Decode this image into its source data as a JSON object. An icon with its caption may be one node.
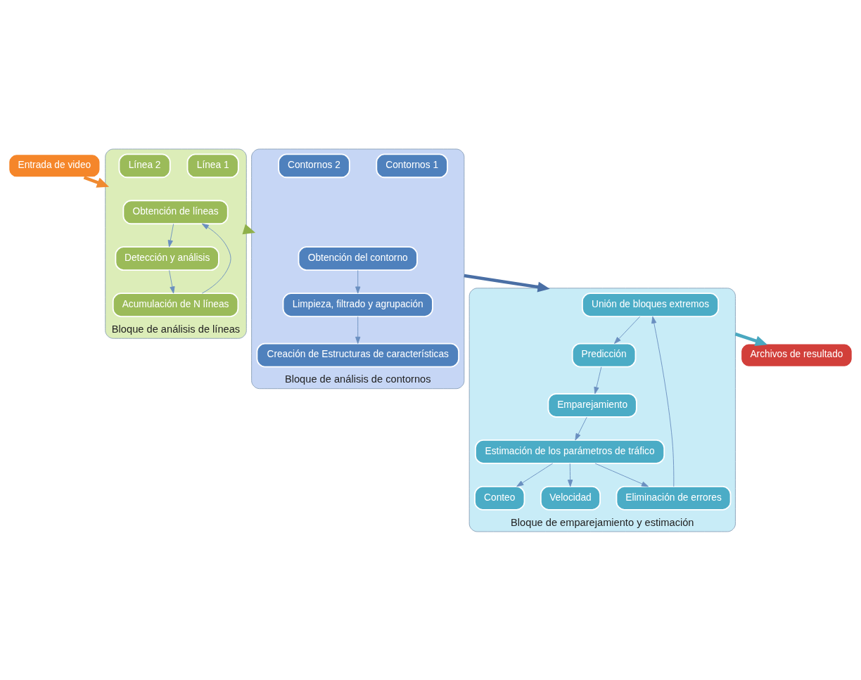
{
  "diagram": {
    "nodes": [
      {
        "text": [
          "Entrada de video"
        ]
      },
      {
        "text": [
          "Bloque de análisis de líneas"
        ]
      },
      {
        "text": [
          "Obtención de líneas"
        ],
        "in": 1
      },
      {
        "text": [
          "Detección y análisis"
        ],
        "in": 1
      },
      {
        "text": [
          "Acumulación de N líneas"
        ],
        "in": 1
      },
      {
        "text": [
          "Línea 1"
        ],
        "in": 1
      },
      {
        "text": [
          "Línea 2"
        ],
        "in": 1
      },
      {
        "text": [
          "Bloque de análisis de contornos"
        ]
      },
      {
        "text": [
          "Obtención del contorno"
        ],
        "in": 7
      },
      {
        "text": [
          "Limpieza, filtrado y agrupación"
        ],
        "in": 7
      },
      {
        "text": [
          "Contornos 1"
        ],
        "in": 7
      },
      {
        "text": [
          "Creación de Estructuras de características"
        ],
        "in": 7
      },
      {
        "text": [
          "Contornos 2"
        ],
        "in": 7
      },
      {
        "text": [
          "Bloque de emparejamiento y estimación"
        ]
      },
      {
        "text": [
          "Unión de bloques extremos"
        ],
        "in": 13
      },
      {
        "text": [
          "Predicción"
        ],
        "in": 13
      },
      {
        "text": [
          "Emparejamiento"
        ],
        "in": 13
      },
      {
        "text": [
          "Archivos de resultado"
        ]
      },
      {
        "text": [
          "Eliminación de errores"
        ],
        "in": 13
      },
      {
        "text": [
          "Estimación de los parámetros de tráfico"
        ],
        "in": 13
      },
      {
        "text": [
          "Conteo"
        ],
        "in": 13
      },
      {
        "text": [
          "Velocidad"
        ],
        "in": 13
      }
    ],
    "edges": [
      {
        "from": 0,
        "to": 1,
        "arrow": "to",
        "style": "thick",
        "color": "#f08a30"
      },
      {
        "from": 2,
        "to": 3,
        "arrow": "to"
      },
      {
        "from": 3,
        "to": 4,
        "arrow": "to"
      },
      {
        "from": 4,
        "to": 2,
        "arrow": "to"
      },
      {
        "from": 1,
        "to": 7,
        "arrow": "to",
        "style": "thick",
        "color": "#8fb04a"
      },
      {
        "from": 8,
        "to": 9,
        "arrow": "to"
      },
      {
        "from": 9,
        "to": 11,
        "arrow": "to"
      },
      {
        "from": 7,
        "to": 13,
        "arrow": "to",
        "style": "thick",
        "color": "#4a6fa5"
      },
      {
        "from": 14,
        "to": 15,
        "arrow": "to"
      },
      {
        "from": 15,
        "to": 16,
        "arrow": "to"
      },
      {
        "from": 16,
        "to": 19,
        "arrow": "to"
      },
      {
        "from": 19,
        "to": 18,
        "arrow": "to"
      },
      {
        "from": 18,
        "to": 14,
        "arrow": "to"
      },
      {
        "from": 19,
        "to": 20,
        "arrow": "to"
      },
      {
        "from": 19,
        "to": 21,
        "arrow": "to"
      },
      {
        "from": 13,
        "to": 17,
        "arrow": "to",
        "style": "thick",
        "color": "#4aa8c0"
      }
    ]
  }
}
